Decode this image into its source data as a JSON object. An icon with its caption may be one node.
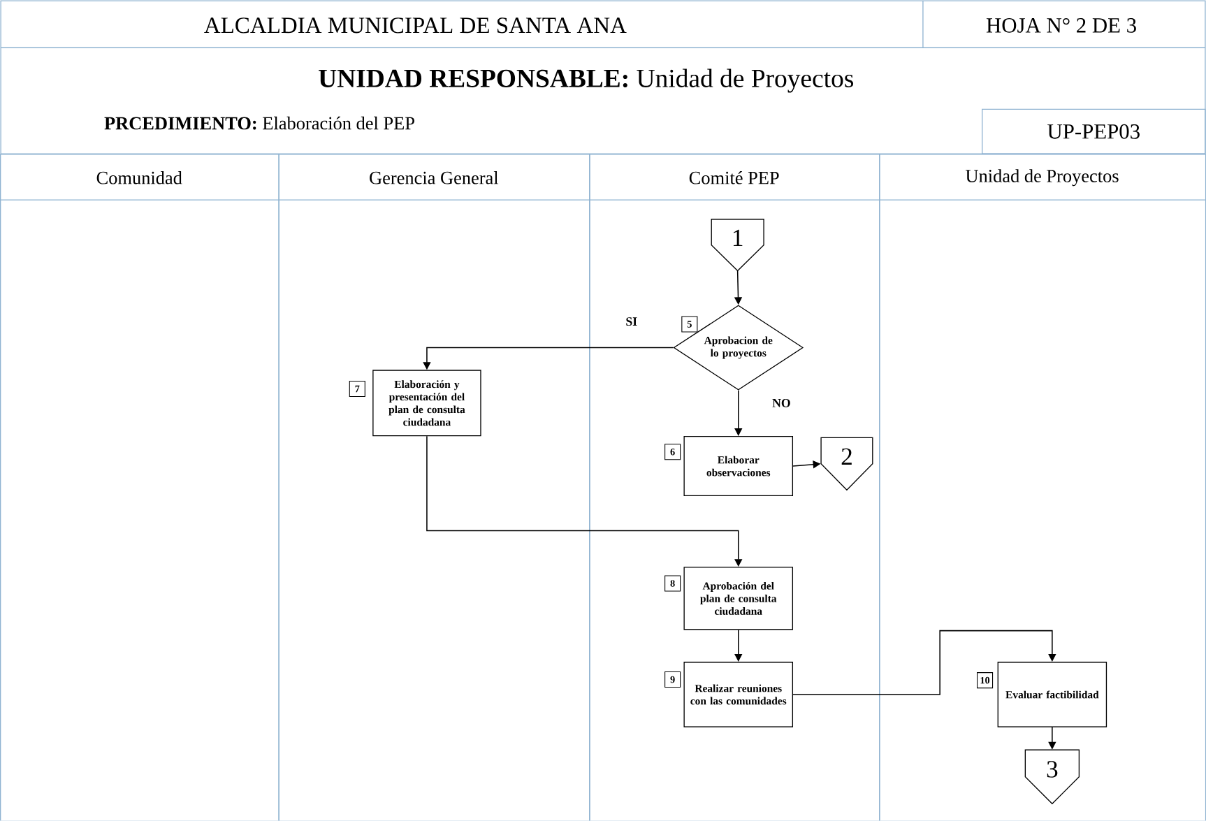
{
  "diagram": {
    "nodes": [
      {
        "text": [
          "Comunidad"
        ]
      },
      {
        "text": [
          "Gerencia General"
        ]
      },
      {
        "text": [
          "Comité PEP"
        ]
      },
      {
        "text": [
          "Unidad de Proyectos"
        ]
      },
      {
        "text": [
          "1"
        ],
        "in": 2
      },
      {
        "text": [
          "Aprobacion de lo proyectos"
        ],
        "in": 2,
        "beside": [
          "5"
        ]
      },
      {
        "text": [
          "Elaborar observaciones"
        ],
        "in": 2,
        "beside": [
          "6"
        ]
      },
      {
        "text": [
          "2"
        ],
        "in": 2
      },
      {
        "text": [
          "Elaboración y presentación del plan de consulta ciudadana"
        ],
        "in": 1,
        "beside": [
          "7"
        ]
      },
      {
        "text": [
          "Aprobación del plan de consulta ciudadana"
        ],
        "in": 2,
        "beside": [
          "8"
        ]
      },
      {
        "text": [
          "Realizar reuniones con las comunidades"
        ],
        "in": 2,
        "beside": [
          "9"
        ]
      },
      {
        "text": [
          "Evaluar factibilidad"
        ],
        "in": 3,
        "beside": [
          "10"
        ]
      },
      {
        "text": [
          "3"
        ],
        "in": 3
      }
    ],
    "edges": [
      {
        "from": 4,
        "to": 5,
        "arrow": "to"
      },
      {
        "from": 5,
        "to": 8,
        "arrow": "to",
        "label": "SI"
      },
      {
        "from": 5,
        "to": 6,
        "arrow": "to",
        "label": "NO"
      },
      {
        "from": 6,
        "to": 7,
        "arrow": "to"
      },
      {
        "from": 8,
        "to": 9,
        "arrow": "to"
      },
      {
        "from": 9,
        "to": 10,
        "arrow": "to"
      },
      {
        "from": 10,
        "to": 11,
        "arrow": "to"
      },
      {
        "from": 11,
        "to": 12,
        "arrow": "to"
      }
    ],
    "labels": [
      "ALCALDIA MUNICIPAL DE SANTA ANA",
      "HOJA N° 2 DE 3",
      "**UNIDAD RESPONSABLE:** Unidad de Proyectos",
      "**PRCEDIMIENTO:** Elaboración del PEP",
      "UP-PEP03"
    ]
  }
}
